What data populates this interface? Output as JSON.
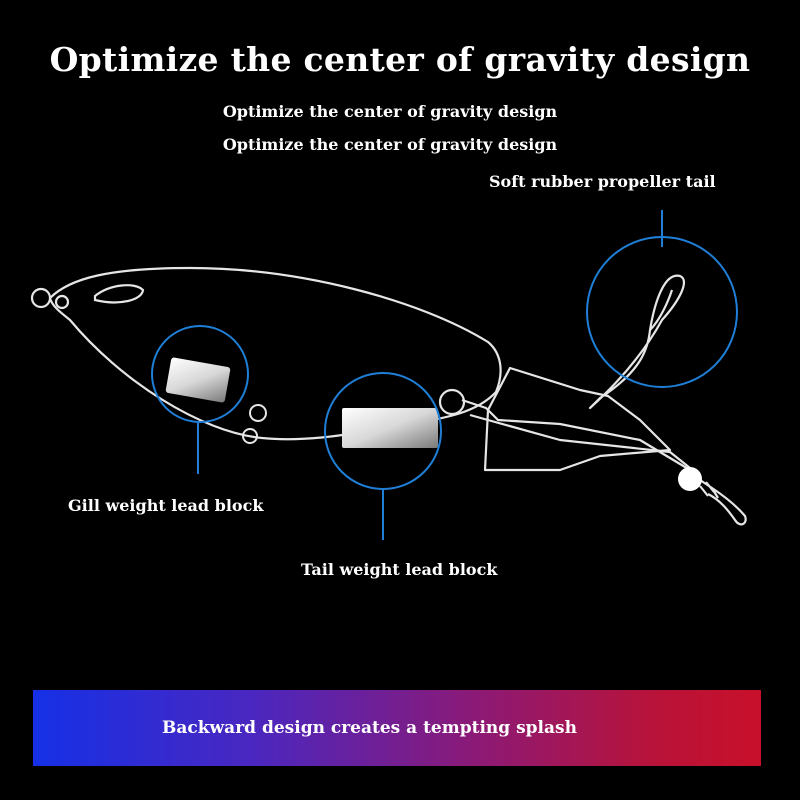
{
  "title": "Optimize the center of gravity design",
  "subtitles": [
    "Optimize the center of gravity design",
    "Optimize the center of gravity design"
  ],
  "labels": {
    "propeller_tail": "Soft rubber propeller tail",
    "gill_weight": "Gill weight lead block",
    "tail_weight": "Tail weight lead block"
  },
  "banner": {
    "text": "Backward design creates a tempting splash"
  },
  "colors": {
    "background": "#000000",
    "outline": "#e6e6e6",
    "highlight_circle": "#1f7fd6",
    "banner_left": "#1530e6",
    "banner_right": "#c8102a"
  }
}
